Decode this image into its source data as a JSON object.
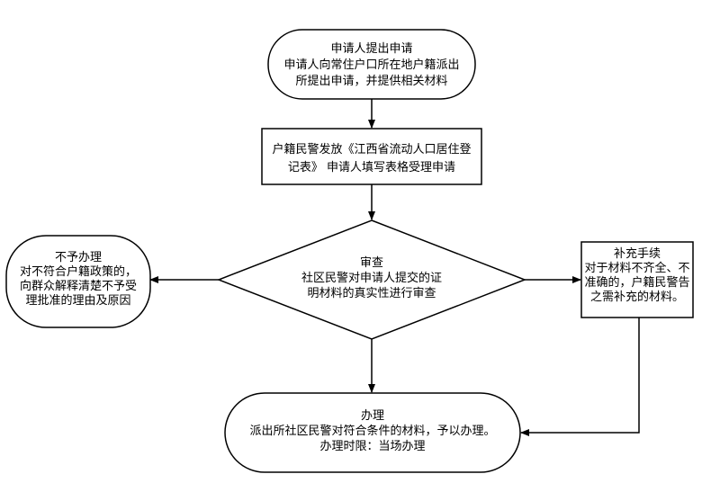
{
  "flowchart": {
    "start": {
      "title": "申请人提出申请",
      "line1": "申请人向常住户口所在地户籍派出",
      "line2": "所提出申请，并提供相关材料"
    },
    "issue_form": {
      "line1": "户籍民警发放《江西省流动人口居住登",
      "line2": "记表》 申请人填写表格受理申请"
    },
    "review": {
      "title": "审查",
      "line1": "社区民警对申请人提交的证",
      "line2": "明材料的真实性进行审查"
    },
    "reject": {
      "title": "不予办理",
      "line1": "对不符合户籍政策的，",
      "line2": "向群众解释清楚不予受",
      "line3": "理批准的理由及原因"
    },
    "supplement": {
      "title": "补充手续",
      "line1": "对于材料不齐全、不",
      "line2": "准确的，户籍民警告",
      "line3": "之需补充的材料。"
    },
    "process": {
      "title": "办理",
      "line1": "派出所社区民警对符合条件的材料，予以办理。",
      "line2": "办理时限：当场办理"
    }
  }
}
